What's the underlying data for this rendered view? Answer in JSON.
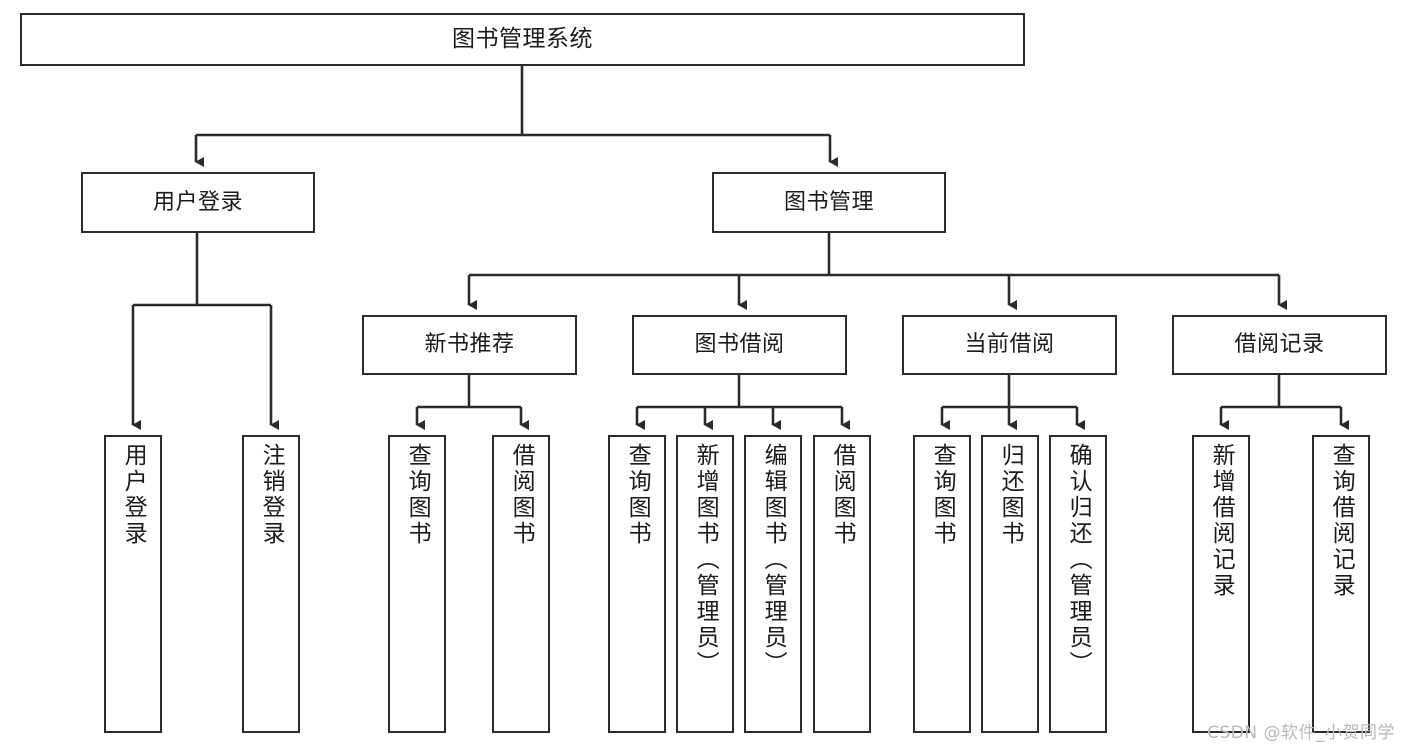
{
  "diagram": {
    "title": "图书管理系统",
    "type": "hierarchy-tree",
    "watermark": "CSDN @软件_小贺同学",
    "colors": {
      "box_border": "#2b2b2b",
      "box_fill": "#ffffff",
      "edge": "#2b2b2b",
      "text": "#1b1b1b",
      "watermark": "#b9b9b9"
    },
    "nodes": {
      "root": {
        "label": "图书管理系统"
      },
      "level2": [
        {
          "label": "用户登录"
        },
        {
          "label": "图书管理"
        }
      ],
      "level3": [
        {
          "label": "新书推荐"
        },
        {
          "label": "图书借阅"
        },
        {
          "label": "当前借阅"
        },
        {
          "label": "借阅记录"
        }
      ],
      "leaves": {
        "user_login": [
          {
            "label": "用户登录"
          },
          {
            "label": "注销登录"
          }
        ],
        "new_book_recommend": [
          {
            "label": "查询图书"
          },
          {
            "label": "借阅图书"
          }
        ],
        "book_borrow": [
          {
            "label": "查询图书"
          },
          {
            "label": "新增图书（管理员）"
          },
          {
            "label": "编辑图书（管理员）"
          },
          {
            "label": "借阅图书"
          }
        ],
        "current_borrow": [
          {
            "label": "查询图书"
          },
          {
            "label": "归还图书"
          },
          {
            "label": "确认归还（管理员）"
          }
        ],
        "borrow_record": [
          {
            "label": "新增借阅记录"
          },
          {
            "label": "查询借阅记录"
          }
        ]
      }
    }
  }
}
